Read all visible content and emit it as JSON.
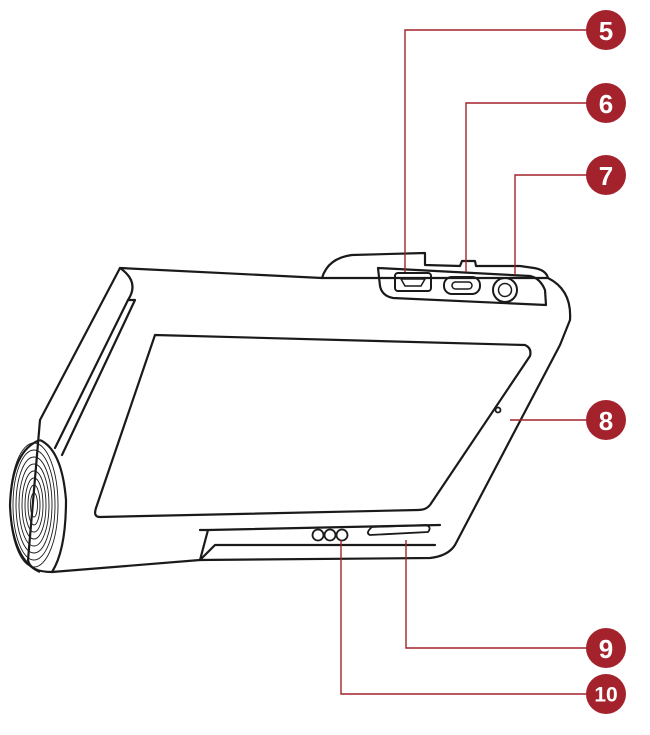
{
  "colors": {
    "accent": "#a4222b",
    "outline": "#1a1a1a",
    "background": "#ffffff"
  },
  "device": {
    "name": "dash-cam-side-view"
  },
  "callouts": [
    {
      "id": "c5",
      "label": "5"
    },
    {
      "id": "c6",
      "label": "6"
    },
    {
      "id": "c7",
      "label": "7"
    },
    {
      "id": "c8",
      "label": "8"
    },
    {
      "id": "c9",
      "label": "9"
    },
    {
      "id": "c10",
      "label": "10"
    }
  ]
}
